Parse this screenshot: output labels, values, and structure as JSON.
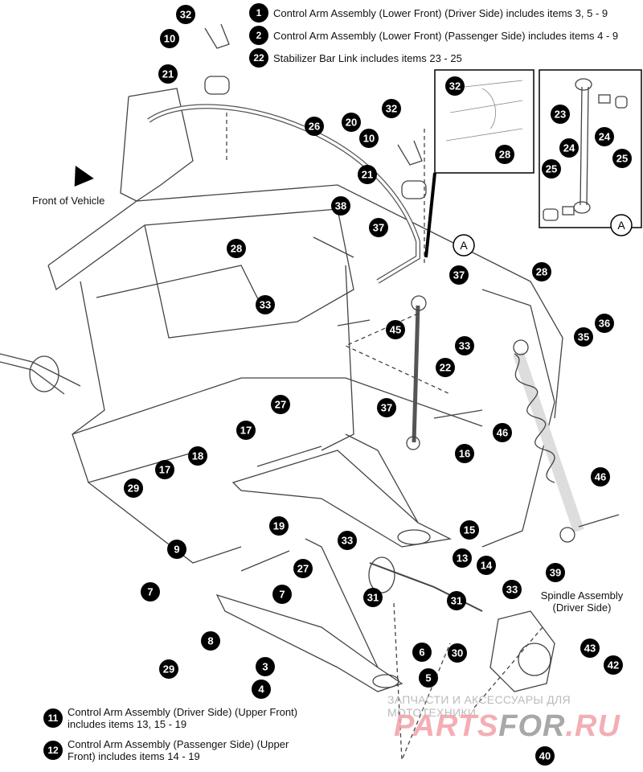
{
  "legend_top": [
    {
      "num": "1",
      "text": "Control Arm Assembly (Lower Front) (Driver Side) includes items 3, 5 - 9"
    },
    {
      "num": "2",
      "text": "Control Arm Assembly (Lower Front) (Passenger Side) includes items 4 - 9"
    },
    {
      "num": "22",
      "text": "Stabilizer Bar Link includes items 23 - 25"
    }
  ],
  "legend_bottom": [
    {
      "num": "11",
      "text": "Control Arm Assembly (Driver Side) (Upper Front) includes items 13, 15 - 19"
    },
    {
      "num": "12",
      "text": "Control Arm Assembly (Passenger Side) (Upper Front) includes items 14 - 19"
    }
  ],
  "notes": {
    "front_of_vehicle": "Front of Vehicle",
    "spindle_assembly": "Spindle Assembly (Driver Side)"
  },
  "detail_marker": "A",
  "callouts": [
    "32",
    "10",
    "21",
    "26",
    "32",
    "20",
    "10",
    "21",
    "38",
    "37",
    "28",
    "33",
    "45",
    "33",
    "37",
    "28",
    "22",
    "35",
    "36",
    "27",
    "17",
    "18",
    "17",
    "29",
    "37",
    "46",
    "16",
    "19",
    "9",
    "15",
    "33",
    "13",
    "14",
    "46",
    "27",
    "7",
    "7",
    "8",
    "39",
    "33",
    "31",
    "31",
    "30",
    "6",
    "3",
    "4",
    "5",
    "29",
    "43",
    "42",
    "40",
    "32",
    "28",
    "23",
    "24",
    "24",
    "25",
    "25"
  ],
  "watermark": {
    "line1": "ЗАПЧАСТИ И АКСЕССУАРЫ ДЛЯ МОТОТЕХНИКИ",
    "brand_a": "PARTS",
    "brand_b": "FOR",
    "brand_c": ".RU"
  },
  "colors": {
    "callout": "#000000",
    "line": "#333333",
    "watermark": "#f2a0a8"
  }
}
